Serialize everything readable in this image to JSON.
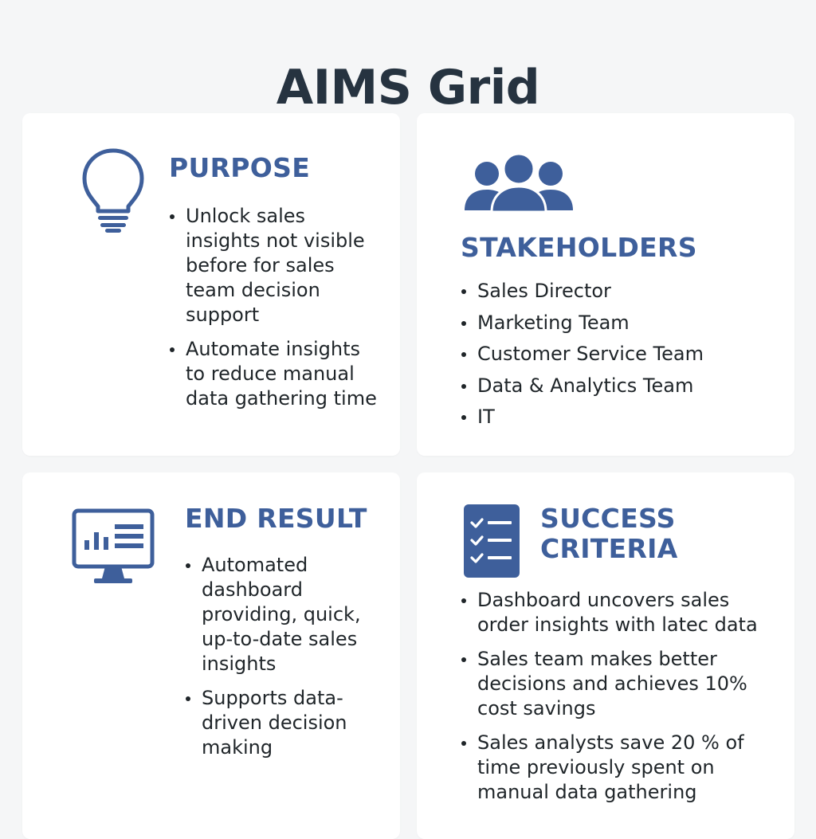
{
  "title": "AIMS Grid",
  "colors": {
    "accent": "#3e5f9b",
    "heading_dark": "#263340",
    "background": "#f5f6f7",
    "card": "#ffffff"
  },
  "purpose": {
    "icon": "lightbulb-icon",
    "heading": "PURPOSE",
    "items": [
      "Unlock sales insights not visible before for sales team decision support",
      "Automate insights to reduce manual data gathering time"
    ]
  },
  "stakeholders": {
    "icon": "people-group-icon",
    "heading": "STAKEHOLDERS",
    "items": [
      "Sales Director",
      "Marketing Team",
      "Customer Service Team",
      "Data & Analytics Team",
      "IT"
    ]
  },
  "end_result": {
    "icon": "monitor-dashboard-icon",
    "heading": "END RESULT",
    "items": [
      "Automated dashboard providing, quick, up-to-date sales insights",
      "Supports data-driven decision making"
    ]
  },
  "success_criteria": {
    "icon": "checklist-icon",
    "heading": "SUCCESS CRITERIA",
    "items": [
      "Dashboard uncovers sales order insights with latec data",
      "Sales team makes better decisions and achieves 10% cost savings",
      "Sales analysts save 20 % of time previously spent on manual data gathering"
    ]
  }
}
